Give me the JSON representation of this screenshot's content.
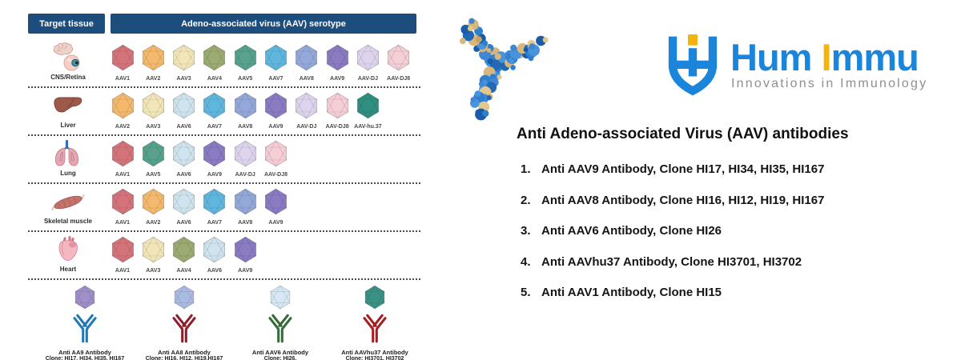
{
  "colors": {
    "header_navy": "#1d4d7c"
  },
  "table": {
    "header": {
      "target_tissue": "Target tissue",
      "serotype": "Adeno-associated virus (AAV) serotype"
    },
    "serotype_colors": {
      "AAV1": "#d5737b",
      "AAV2": "#f4b96d",
      "AAV3": "#f2e6b8",
      "AAV4": "#9cab72",
      "AAV5": "#56a28d",
      "AAV6": "#cfe4ef",
      "AAV7": "#5fb7df",
      "AAV8": "#94a9d9",
      "AAV9": "#8a7bc3",
      "AAV-DJ": "#ded4ee",
      "AAV-DJ8": "#f5ced6",
      "AAV-hu.37": "#2f8f80"
    },
    "rows": [
      {
        "tissue": "CNS/Retina",
        "icon": "brain-eye-icon",
        "serotypes": [
          "AAV1",
          "AAV2",
          "AAV3",
          "AAV4",
          "AAV5",
          "AAV7",
          "AAV8",
          "AAV9",
          "AAV-DJ",
          "AAV-DJ8"
        ]
      },
      {
        "tissue": "Liver",
        "icon": "liver-icon",
        "serotypes": [
          "AAV2",
          "AAV3",
          "AAV6",
          "AAV7",
          "AAV8",
          "AAV9",
          "AAV-DJ",
          "AAV-DJ8",
          "AAV-hu.37"
        ]
      },
      {
        "tissue": "Lung",
        "icon": "lung-icon",
        "serotypes": [
          "AAV1",
          "AAV5",
          "AAV6",
          "AAV9",
          "AAV-DJ",
          "AAV-DJ8"
        ]
      },
      {
        "tissue": "Skeletal muscle",
        "icon": "muscle-icon",
        "serotypes": [
          "AAV1",
          "AAV2",
          "AAV6",
          "AAV7",
          "AAV8",
          "AAV9"
        ]
      },
      {
        "tissue": "Heart",
        "icon": "heart-icon",
        "serotypes": [
          "AAV1",
          "AAV3",
          "AAV4",
          "AAV6",
          "AAV9"
        ]
      }
    ],
    "antibodies": [
      {
        "name": "Anti AA9 Antibody",
        "clones": "Clone: HI17, HI34, HI35, HI167",
        "ab_color": "#2277b5",
        "capsid_color": "#a08fc9"
      },
      {
        "name": "Anti AA8 Antibody",
        "clones": "Clone: HI16, HI12, HI19,HI167",
        "ab_color": "#8e1f2c",
        "capsid_color": "#aabbe3"
      },
      {
        "name": "Anti AAV6  Antibody",
        "clones": "Clone: HI26,",
        "ab_color": "#356b38",
        "capsid_color": "#d6e8f3"
      },
      {
        "name": "Anti AAVhu37  Antibody",
        "clones": "Clone: HI3701, HI3702",
        "ab_color": "#a51e23",
        "capsid_color": "#3a9287"
      }
    ]
  },
  "brand": {
    "word1": "Hum ",
    "accent_letter": "I",
    "word2_rest": "mmu",
    "tagline": "Innovations in Immunology",
    "blue": "#1a85da",
    "yellow": "#f4b40e"
  },
  "products": {
    "title": "Anti Adeno-associated Virus (AAV) antibodies",
    "items": [
      {
        "num": "1.",
        "text": "Anti AAV9 Antibody, Clone HI17, HI34, HI35, HI167"
      },
      {
        "num": "2.",
        "text": "Anti AAV8 Antibody, Clone HI16, HI12, HI19, HI167"
      },
      {
        "num": "3.",
        "text": "Anti AAV6 Antibody, Clone HI26"
      },
      {
        "num": "4.",
        "text": "Anti AAVhu37 Antibody, Clone HI3701, HI3702"
      },
      {
        "num": "5.",
        "text": "Anti AAV1 Antibody, Clone HI15"
      }
    ]
  }
}
